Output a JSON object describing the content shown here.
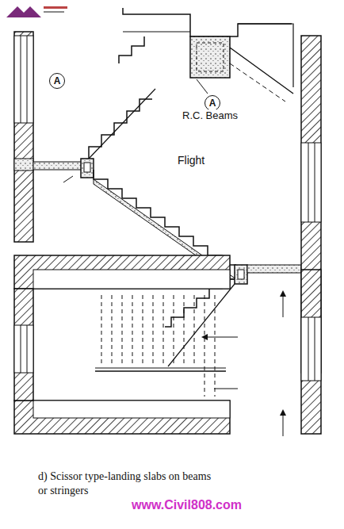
{
  "diagram": {
    "caption": "d) Scissor type-landing slabs on beams or stringers",
    "nodes": [
      {
        "text": [
          "A"
        ]
      },
      {
        "text": [
          "A"
        ]
      }
    ],
    "labels": [
      "R.C. Beams",
      "Flight",
      "www.Civil808.com"
    ]
  }
}
